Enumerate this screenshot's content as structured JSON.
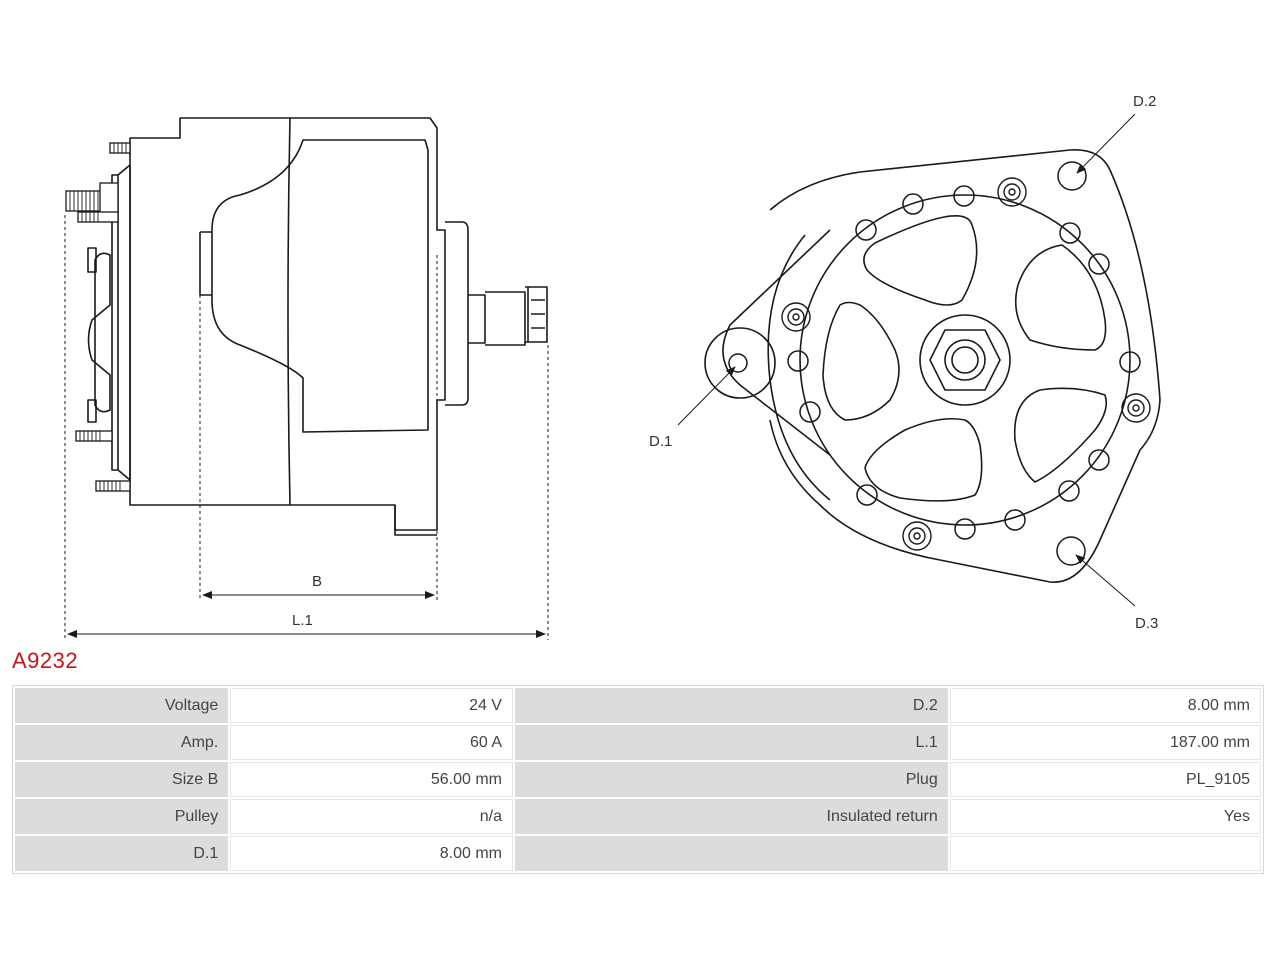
{
  "part_number": "A9232",
  "drawing": {
    "labels": {
      "b": "B",
      "l1": "L.1",
      "d1": "D.1",
      "d2": "D.2",
      "d3": "D.3"
    }
  },
  "specs": {
    "left": [
      {
        "label": "Voltage",
        "value": "24 V"
      },
      {
        "label": "Amp.",
        "value": "60 A"
      },
      {
        "label": "Size B",
        "value": "56.00 mm"
      },
      {
        "label": "Pulley",
        "value": "n/a"
      },
      {
        "label": "D.1",
        "value": "8.00 mm"
      }
    ],
    "right": [
      {
        "label": "D.2",
        "value": "8.00 mm"
      },
      {
        "label": "L.1",
        "value": "187.00 mm"
      },
      {
        "label": "Plug",
        "value": "PL_9105"
      },
      {
        "label": "Insulated return",
        "value": "Yes"
      },
      {
        "label": "",
        "value": ""
      }
    ]
  },
  "colors": {
    "title": "#c4161c",
    "label_cell": "#dcdcdc",
    "line": "#1a1a1a"
  }
}
